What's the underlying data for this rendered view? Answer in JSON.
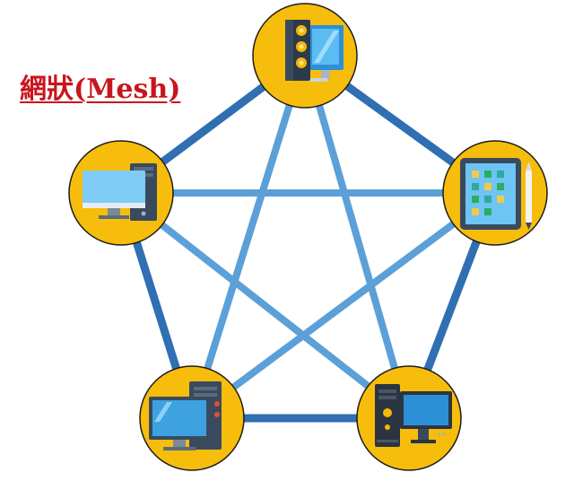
{
  "title": "網狀(Mesh)",
  "colors": {
    "title_red": "#c8161d",
    "node_fill": "#f7bd0c",
    "outer_link": "#2f6fb2",
    "inner_link": "#5ba0d8"
  },
  "nodes": [
    {
      "id": "top",
      "icon": "server-tower-icon"
    },
    {
      "id": "left",
      "icon": "desktop-computer-icon"
    },
    {
      "id": "right",
      "icon": "tablet-stylus-icon"
    },
    {
      "id": "bottom-left",
      "icon": "desktop-computer-icon"
    },
    {
      "id": "bottom-right",
      "icon": "desktop-computer-icon"
    }
  ],
  "links": [
    {
      "from": "top",
      "to": "left",
      "type": "outer"
    },
    {
      "from": "top",
      "to": "right",
      "type": "outer"
    },
    {
      "from": "left",
      "to": "bottom-left",
      "type": "outer"
    },
    {
      "from": "right",
      "to": "bottom-right",
      "type": "outer"
    },
    {
      "from": "bottom-left",
      "to": "bottom-right",
      "type": "outer"
    },
    {
      "from": "left",
      "to": "right",
      "type": "inner"
    },
    {
      "from": "top",
      "to": "bottom-left",
      "type": "inner"
    },
    {
      "from": "top",
      "to": "bottom-right",
      "type": "inner"
    },
    {
      "from": "left",
      "to": "bottom-right",
      "type": "inner"
    },
    {
      "from": "right",
      "to": "bottom-left",
      "type": "inner"
    }
  ]
}
